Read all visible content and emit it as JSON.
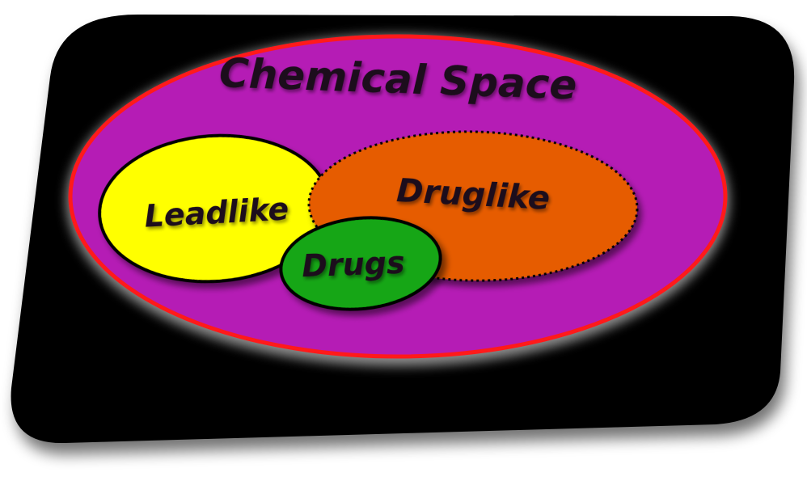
{
  "diagram": {
    "title": "Chemical Space",
    "sets": [
      {
        "id": "leadlike",
        "label": "Leadlike"
      },
      {
        "id": "druglike",
        "label": "Druglike"
      },
      {
        "id": "drugs",
        "label": "Drugs"
      }
    ]
  },
  "colors": {
    "card_background": "#000000",
    "chemical_space_fill": "#b51cb5",
    "chemical_space_border": "#ff1a1a",
    "leadlike_fill": "#ffff00",
    "druglike_fill": "#e65c00",
    "drugs_fill": "#12a612",
    "set_border": "#000000",
    "label_text": "#1a0a1a"
  }
}
